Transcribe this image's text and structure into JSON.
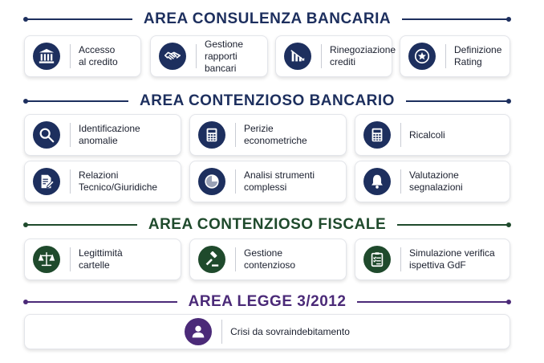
{
  "colors": {
    "navy": "#1d2f5e",
    "green": "#1f4a2c",
    "purple": "#4b2a78"
  },
  "sections": {
    "consulenza": {
      "title": "AREA CONSULENZA BANCARIA",
      "items": [
        {
          "label": "Accesso\nal credito",
          "icon": "bank-icon"
        },
        {
          "label": "Gestione\nrapporti bancari",
          "icon": "handshake-icon"
        },
        {
          "label": "Rinegoziazione\ncrediti",
          "icon": "chart-down-icon"
        },
        {
          "label": "Definizione\nRating",
          "icon": "star-badge-icon"
        }
      ]
    },
    "contenzioso_bancario": {
      "title": "AREA CONTENZIOSO BANCARIO",
      "items": [
        {
          "label": "Identificazione\nanomalie",
          "icon": "magnifier-icon"
        },
        {
          "label": "Perizie\neconometriche",
          "icon": "calculator-icon"
        },
        {
          "label": "Ricalcoli",
          "icon": "calculator-icon"
        },
        {
          "label": "Relazioni\nTecnico/Giuridiche",
          "icon": "document-pen-icon"
        },
        {
          "label": "Analisi strumenti\ncomplessi",
          "icon": "pie-chart-icon"
        },
        {
          "label": "Valutazione\nsegnalazioni",
          "icon": "bell-icon"
        }
      ]
    },
    "contenzioso_fiscale": {
      "title": "AREA CONTENZIOSO FISCALE",
      "items": [
        {
          "label": "Legittimità\ncartelle",
          "icon": "scales-icon"
        },
        {
          "label": "Gestione\ncontenzioso",
          "icon": "gavel-icon"
        },
        {
          "label": "Simulazione verifica\nispettiva GdF",
          "icon": "clipboard-check-icon"
        }
      ]
    },
    "legge": {
      "title": "AREA LEGGE 3/2012",
      "items": [
        {
          "label": "Crisi da sovraindebitamento",
          "icon": "person-icon"
        }
      ]
    }
  }
}
